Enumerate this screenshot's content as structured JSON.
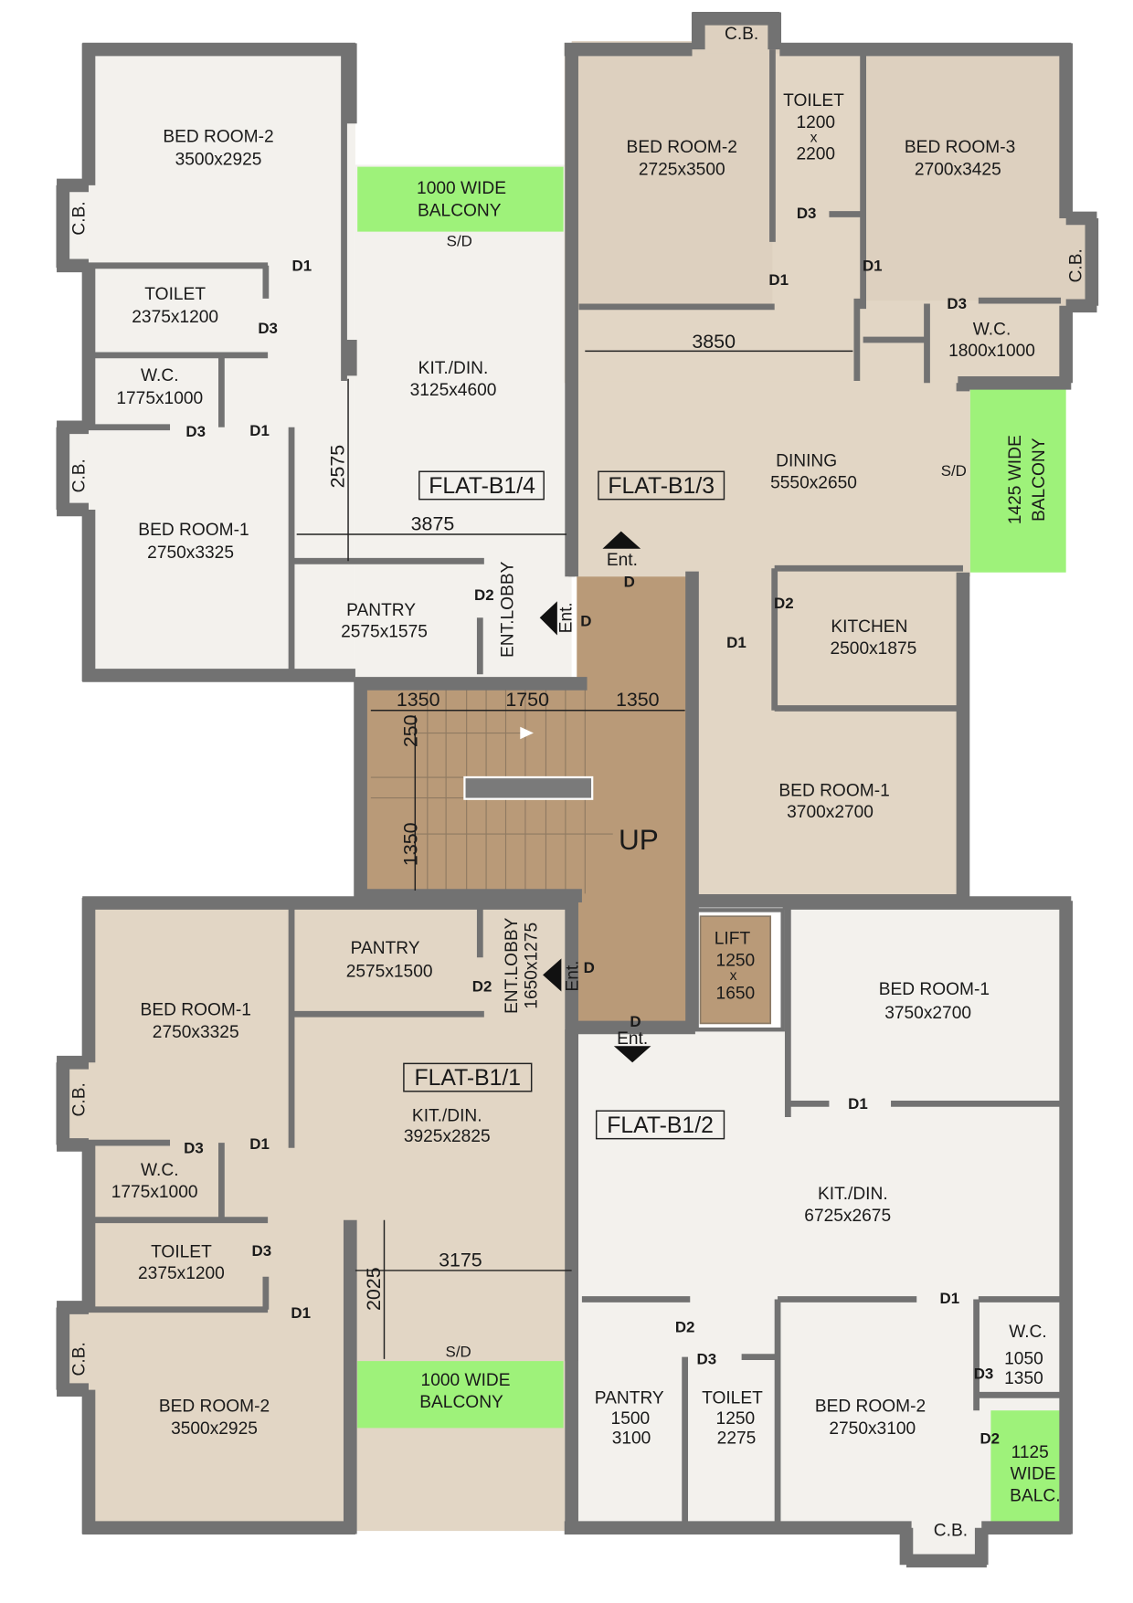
{
  "colors": {
    "wall": "#727272",
    "light_room": "#f3f1ed",
    "beige_room": "#e2d6c5",
    "stair": "#b99a78",
    "balcony": "#9ef27a"
  },
  "b14": {
    "tag": "FLAT-B1/4",
    "bed2": [
      "BED ROOM-2",
      "3500x2925"
    ],
    "toilet": [
      "TOILET",
      "2375x1200"
    ],
    "wc": [
      "W.C.",
      "1775x1000"
    ],
    "bed1": [
      "BED ROOM-1",
      "2750x3325"
    ],
    "balcony": [
      "1000 WIDE",
      "BALCONY"
    ],
    "sd": "S/D",
    "kit": [
      "KIT./DIN.",
      "3125x4600"
    ],
    "pantry": [
      "PANTRY",
      "2575x1575"
    ],
    "lobby": "ENT.LOBBY",
    "ent": "Ent.",
    "doors": [
      "D1",
      "D3",
      "D3",
      "D1",
      "D2",
      "D"
    ],
    "cb": [
      "C.B.",
      "C.B."
    ],
    "dims": [
      "2575",
      "3875"
    ]
  },
  "b13": {
    "tag": "FLAT-B1/3",
    "cb": [
      "C.B.",
      "C.B."
    ],
    "bed2": [
      "BED ROOM-2",
      "2725x3500"
    ],
    "toilet": [
      "TOILET",
      "1200",
      "x",
      "2200"
    ],
    "bed3": [
      "BED ROOM-3",
      "2700x3425"
    ],
    "wc": [
      "W.C.",
      "1800x1000"
    ],
    "dining": [
      "DINING",
      "5550x2650"
    ],
    "sd": "S/D",
    "balcony": [
      "1425 WIDE",
      "BALCONY"
    ],
    "kitchen": [
      "KITCHEN",
      "2500x1875"
    ],
    "bed1": [
      "BED ROOM-1",
      "3700x2700"
    ],
    "ent": "Ent.",
    "doors": [
      "D3",
      "D1",
      "D1",
      "D3",
      "D",
      "D2",
      "D1"
    ],
    "dims": [
      "3850"
    ]
  },
  "stair": {
    "dims": [
      "1350",
      "1750",
      "1350",
      "250",
      "1350"
    ],
    "up": "UP"
  },
  "lift": [
    "LIFT",
    "1250",
    "x",
    "1650"
  ],
  "b11": {
    "tag": "FLAT-B1/1",
    "pantry": [
      "PANTRY",
      "2575x1500"
    ],
    "lobby": [
      "ENT.LOBBY",
      "1650x1275"
    ],
    "ent": "Ent.",
    "bed1": [
      "BED ROOM-1",
      "2750x3325"
    ],
    "kit": [
      "KIT./DIN.",
      "3925x2825"
    ],
    "wc": [
      "W.C.",
      "1775x1000"
    ],
    "toilet": [
      "TOILET",
      "2375x1200"
    ],
    "bed2": [
      "BED ROOM-2",
      "3500x2925"
    ],
    "balcony": [
      "1000 WIDE",
      "BALCONY"
    ],
    "sd": "S/D",
    "cb": [
      "C.B.",
      "C.B."
    ],
    "doors": [
      "D2",
      "D",
      "D3",
      "D1",
      "D3",
      "D1"
    ],
    "dims": [
      "3175",
      "2025"
    ]
  },
  "b12": {
    "tag": "FLAT-B1/2",
    "ent": "Ent.",
    "bed1": [
      "BED ROOM-1",
      "3750x2700"
    ],
    "kit": [
      "KIT./DIN.",
      "6725x2675"
    ],
    "wc": [
      "W.C.",
      "1050",
      "1350"
    ],
    "pantry": [
      "PANTRY",
      "1500",
      "3100"
    ],
    "toilet": [
      "TOILET",
      "1250",
      "2275"
    ],
    "bed2": [
      "BED ROOM-2",
      "2750x3100"
    ],
    "balcony": [
      "1125",
      "WIDE",
      "BALC."
    ],
    "cb": "C.B.",
    "doors": [
      "D",
      "D1",
      "D1",
      "D2",
      "D3",
      "D3",
      "D2"
    ]
  }
}
